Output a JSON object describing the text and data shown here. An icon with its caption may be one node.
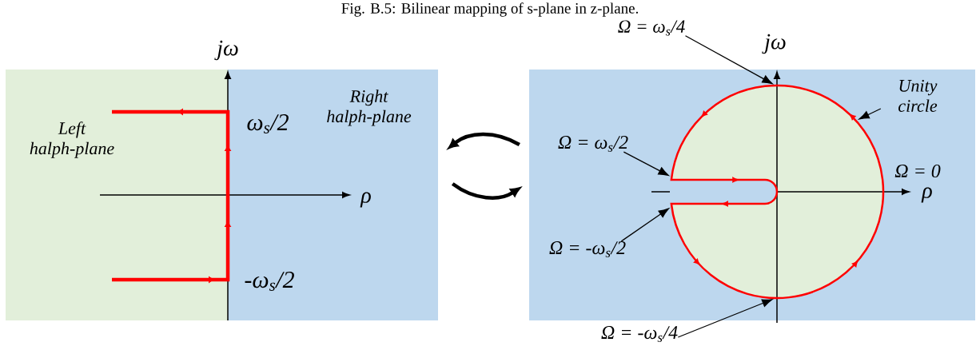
{
  "diagram": {
    "title": "Fig. B.5: Bilinear mapping of s-plane in z-plane.",
    "nodes": [
      {
        "text": [
          "Left halph-plane"
        ]
      },
      {
        "text": [
          "Right halph-plane"
        ]
      },
      {
        "text": [],
        "shape": "box"
      },
      {
        "text": [],
        "shape": "circle",
        "in": 2,
        "beside": [
          "Ω = 0"
        ]
      },
      {
        "text": [
          "Ω = ω$_{s}$/4"
        ]
      },
      {
        "text": [
          "Unity circle"
        ],
        "in": 2
      },
      {
        "text": [
          "Ω = ω$_{s}$/2"
        ],
        "in": 2
      },
      {
        "text": [
          "Ω = -ω$_{s}$/2"
        ],
        "in": 2
      },
      {
        "text": [
          "Ω = -ω$_{s}$/4"
        ]
      }
    ],
    "edges": [
      {
        "from": 2,
        "to": 1,
        "arrow": "to",
        "style": "thick"
      },
      {
        "from": 1,
        "to": 2,
        "arrow": "to",
        "style": "thick"
      },
      {
        "from": 4,
        "to": 3,
        "arrow": "to"
      },
      {
        "from": 5,
        "to": 3,
        "arrow": "to"
      },
      {
        "from": 6,
        "to": 3,
        "arrow": "to"
      },
      {
        "from": 7,
        "to": 3,
        "arrow": "to"
      },
      {
        "from": 8,
        "to": 3,
        "arrow": "to"
      }
    ],
    "labels": [
      "jω",
      "jω",
      "ω$_{s}$/2",
      "ρ",
      "ρ",
      "-ω$_{s}$/2"
    ]
  }
}
